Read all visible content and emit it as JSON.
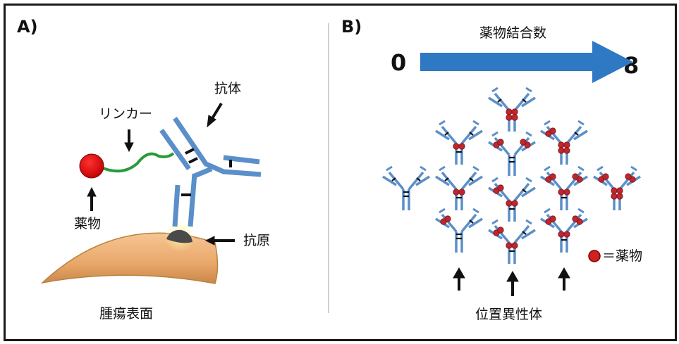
{
  "panel_a": {
    "label": "A)",
    "antibody_label": "抗体",
    "linker_label": "リンカー",
    "drug_label": "薬物",
    "antigen_label": "抗原",
    "tumor_surface_label": "腫瘍表面"
  },
  "panel_b": {
    "label": "B)",
    "axis_title": "薬物結合数",
    "min_value": "0",
    "max_value": "8",
    "legend_label": "＝薬物",
    "positional_isomers_label": "位置異性体",
    "antibodies": [
      {
        "row": 0,
        "col": 3,
        "drugs_left_arm": 0,
        "drugs_right_arm": 0,
        "drugs_hinge": 4
      },
      {
        "row": 1,
        "col": 2,
        "drugs_left_arm": 0,
        "drugs_right_arm": 0,
        "drugs_hinge": 2
      },
      {
        "row": 1,
        "col": 3,
        "drugs_left_arm": 2,
        "drugs_right_arm": 2,
        "drugs_hinge": 0
      },
      {
        "row": 1,
        "col": 4,
        "drugs_left_arm": 2,
        "drugs_right_arm": 0,
        "drugs_hinge": 4
      },
      {
        "row": 2,
        "col": 1,
        "drugs_left_arm": 0,
        "drugs_right_arm": 0,
        "drugs_hinge": 0
      },
      {
        "row": 2,
        "col": 2,
        "drugs_left_arm": 0,
        "drugs_right_arm": 0,
        "drugs_hinge": 2
      },
      {
        "row": 2,
        "col": 3,
        "drugs_left_arm": 2,
        "drugs_right_arm": 0,
        "drugs_hinge": 2
      },
      {
        "row": 2,
        "col": 4,
        "drugs_left_arm": 2,
        "drugs_right_arm": 2,
        "drugs_hinge": 2
      },
      {
        "row": 2,
        "col": 5,
        "drugs_left_arm": 2,
        "drugs_right_arm": 2,
        "drugs_hinge": 4
      },
      {
        "row": 3,
        "col": 2,
        "drugs_left_arm": 2,
        "drugs_right_arm": 0,
        "drugs_hinge": 0
      },
      {
        "row": 3,
        "col": 3,
        "drugs_left_arm": 2,
        "drugs_right_arm": 0,
        "drugs_hinge": 2
      },
      {
        "row": 3,
        "col": 4,
        "drugs_left_arm": 2,
        "drugs_right_arm": 2,
        "drugs_hinge": 2
      }
    ]
  },
  "colors": {
    "antibody": "#5b8fc9",
    "drug": "#c0262d",
    "linker": "#2a9a3a",
    "arrow_blue": "#2e78c4",
    "tumor": "#e9a86a",
    "antigen": "#4a4a4a"
  }
}
